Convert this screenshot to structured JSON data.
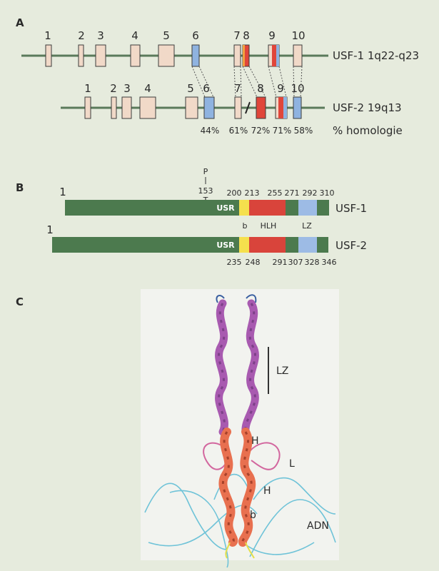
{
  "panels": [
    "A",
    "B",
    "C"
  ],
  "panel_a": {
    "usf1_exons": [
      "1",
      "2",
      "3",
      "4",
      "5",
      "6",
      "7",
      "8",
      "9",
      "10"
    ],
    "usf2_exons": [
      "1",
      "2",
      "3",
      "4",
      "5",
      "6",
      "7",
      "8",
      "9",
      "10"
    ],
    "usf1_label": "USF-1 1q22-q23",
    "usf2_label": "USF-2 19q13",
    "homology_values": [
      "44%",
      "61%",
      "72%",
      "71%",
      "58%"
    ],
    "homology_label": "% homologie"
  },
  "panel_b": {
    "start_usf1": "1",
    "start_usf2": "1",
    "phospho": {
      "letter_top": "P",
      "position": "153",
      "letter_bottom": "T"
    },
    "usf1_positions": [
      "200",
      "213",
      "255",
      "271",
      "292",
      "310"
    ],
    "usf2_positions": [
      "235",
      "248",
      "291",
      "307",
      "328",
      "346"
    ],
    "usr_label": "USR",
    "domain_labels": {
      "basic": "b",
      "hlh": "HLH",
      "lz": "LZ"
    },
    "usf1_label": "USF-1",
    "usf2_label": "USF-2"
  },
  "panel_c": {
    "labels": {
      "lz": "LZ",
      "h_top": "H",
      "l": "L",
      "h_bottom": "H",
      "b": "b",
      "dna": "ADN"
    }
  },
  "colors": {
    "background": "#e6ebdd",
    "chromosome_line": "#5a7a5a",
    "exon_beige": "#f1d9c8",
    "exon_blue": "#8fb3e0",
    "exon_red": "#e0463a",
    "exon_orange": "#f1a13d",
    "protein_green": "#4c7a4e",
    "usr_yellow": "#f5e04d",
    "hlh_red": "#d9443b",
    "lz_blue": "#9dbbe5",
    "helix_purple": "#a85ab0",
    "helix_red": "#e8704f",
    "loop_pink": "#d2669e",
    "dna_cyan": "#6fc3d8"
  }
}
